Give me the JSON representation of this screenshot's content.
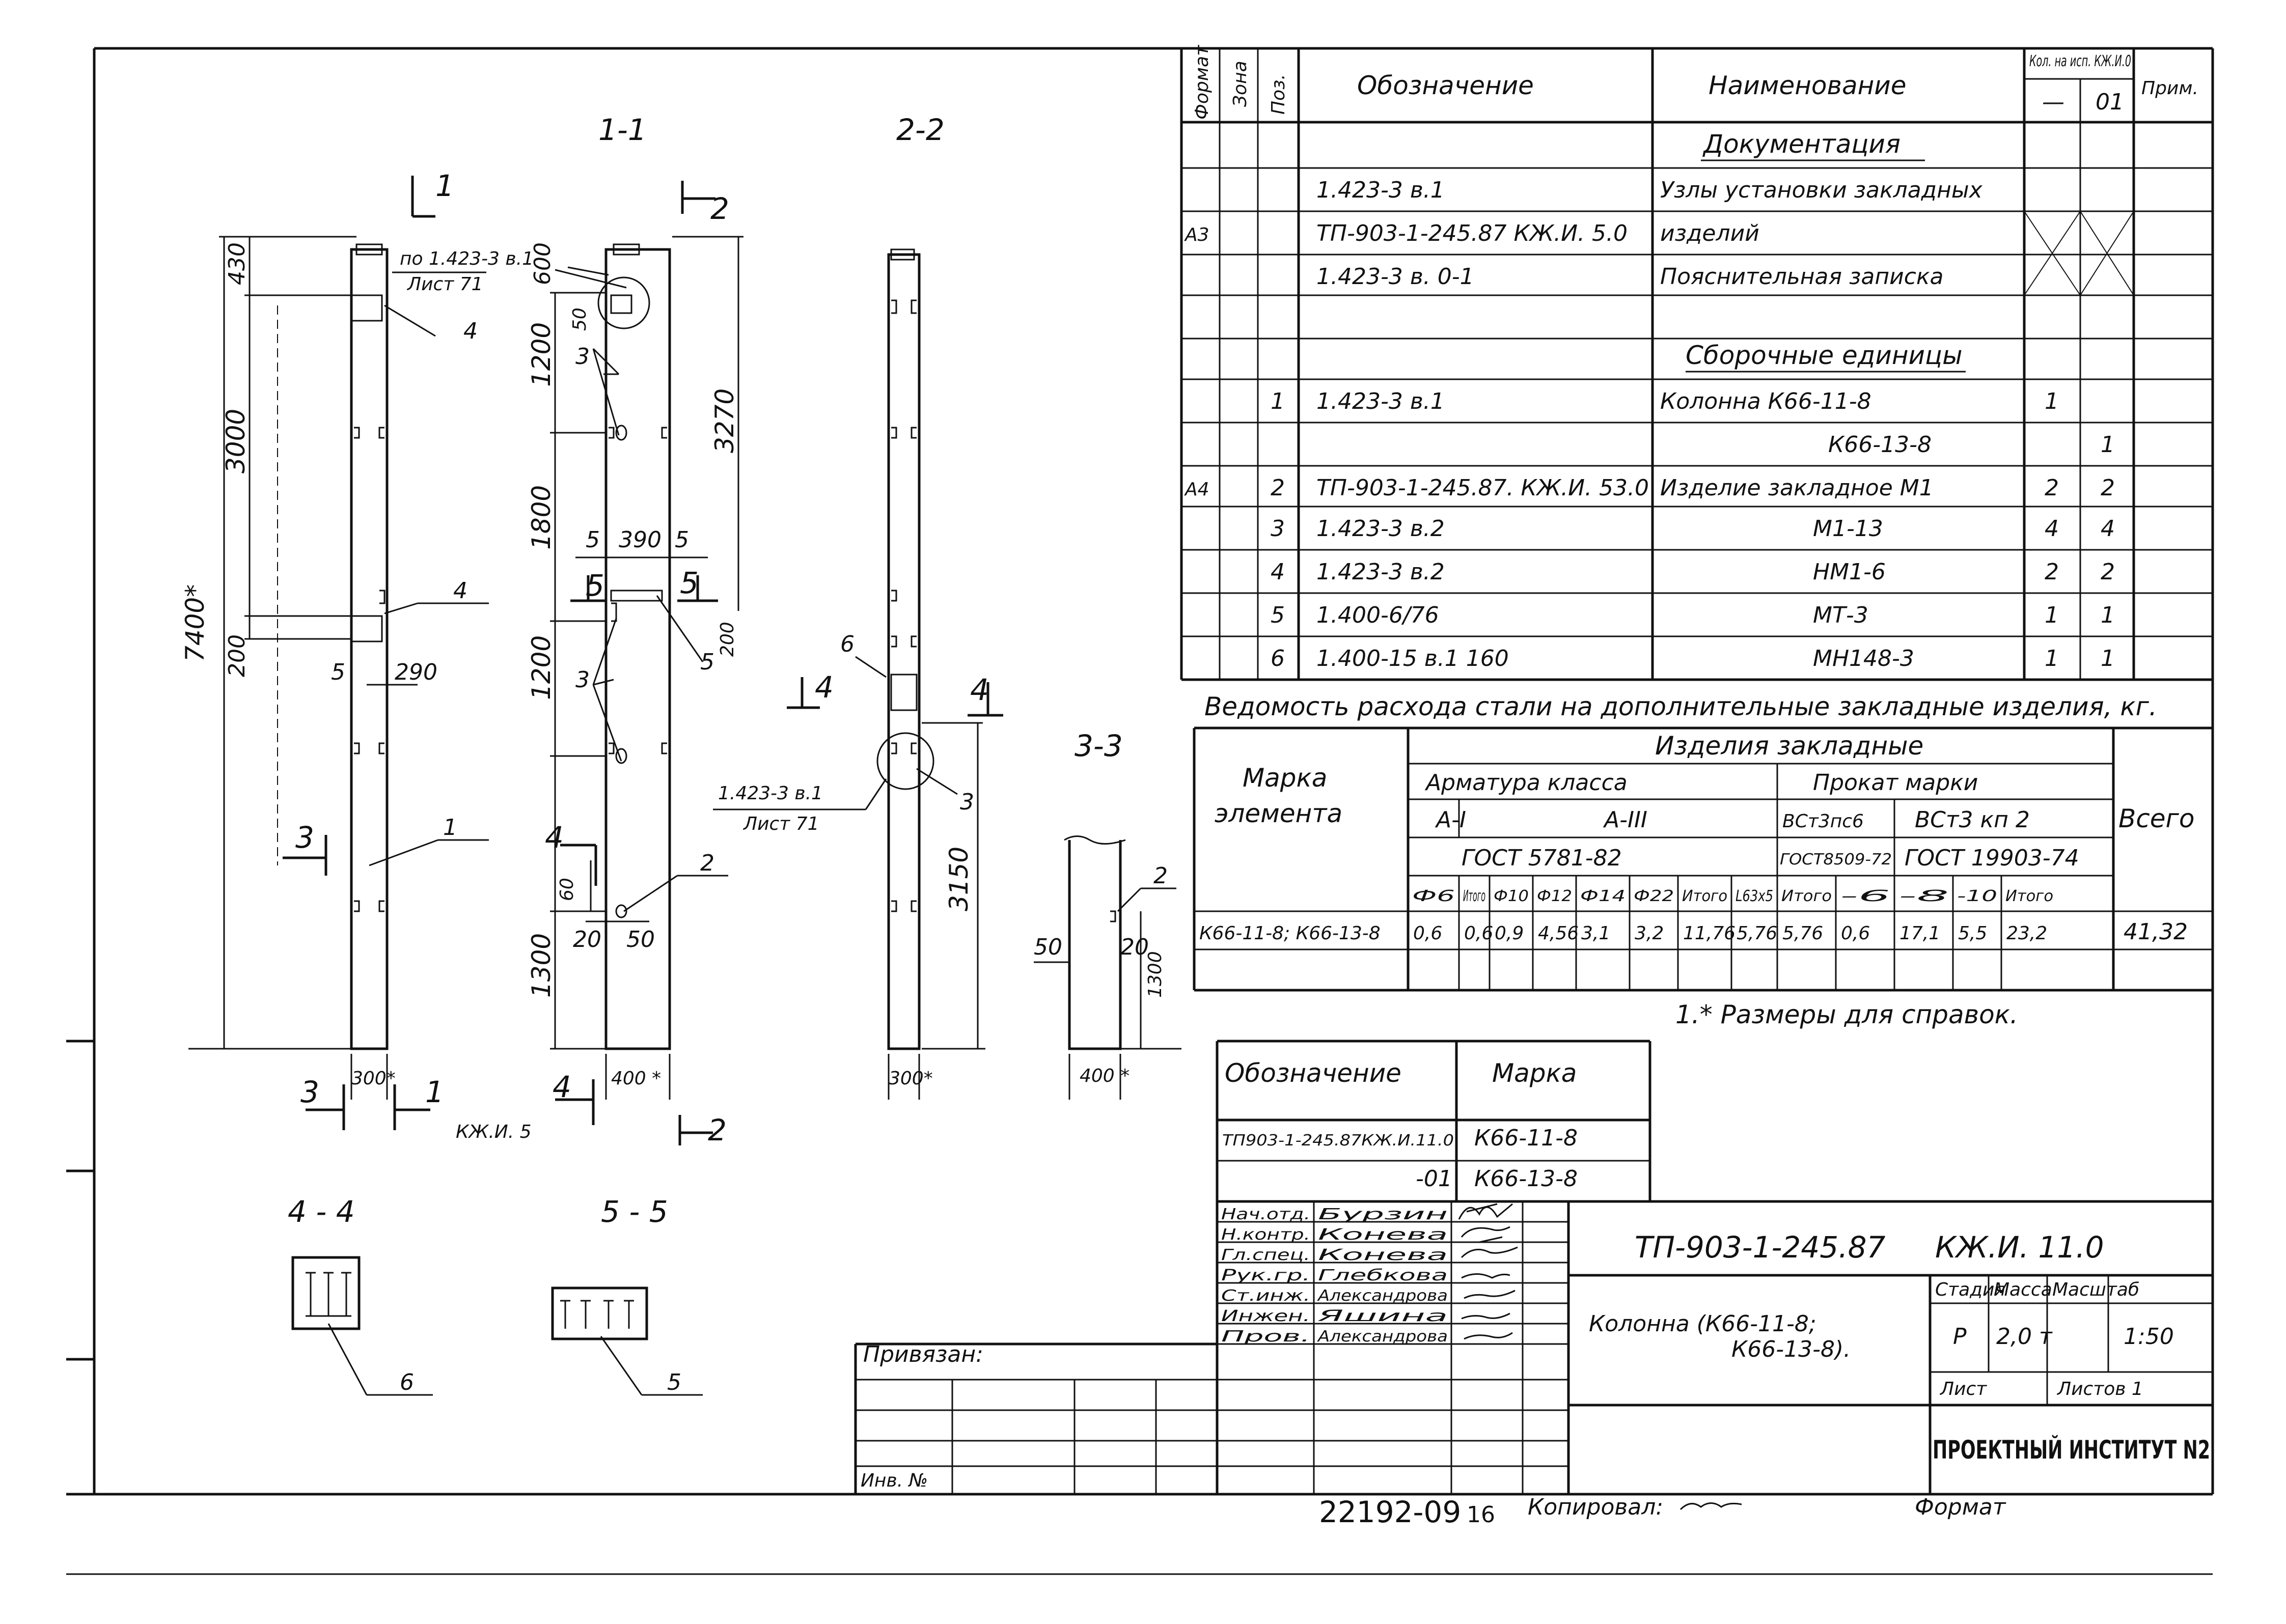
{
  "spec_header": {
    "format": "Формат",
    "zone": "Зона",
    "pos": "Поз.",
    "designation": "Обозначение",
    "name": "Наименование",
    "qty": "Кол. на исп. КЖ.И.0",
    "qty_a": "—",
    "qty_b": "01",
    "note": "Прим."
  },
  "spec_sections": {
    "documentation": "Документация",
    "assembly_units": "Сборочные единицы"
  },
  "spec_rows": [
    {
      "fmt": "",
      "pos": "",
      "designation": "1.423-3 в.1",
      "name": "Узлы установки закладных",
      "q1": "",
      "q2": ""
    },
    {
      "fmt": "А3",
      "pos": "",
      "designation": "ТП-903-1-245.87 КЖ.И. 5.0",
      "name": "изделий",
      "q1": "",
      "q2": ""
    },
    {
      "fmt": "",
      "pos": "",
      "designation": "1.423-3 в. 0-1",
      "name": "Пояснительная записка",
      "q1": "",
      "q2": ""
    },
    {
      "fmt": "",
      "pos": "1",
      "designation": "1.423-3 в.1",
      "name": "Колонна      К66-11-8",
      "q1": "1",
      "q2": ""
    },
    {
      "fmt": "",
      "pos": "",
      "designation": "",
      "name": "К66-13-8",
      "q1": "",
      "q2": "1"
    },
    {
      "fmt": "А4",
      "pos": "2",
      "designation": "ТП-903-1-245.87. КЖ.И. 53.0",
      "name": "Изделие закладное М1",
      "q1": "2",
      "q2": "2"
    },
    {
      "fmt": "",
      "pos": "3",
      "designation": "1.423-3 в.2",
      "name": "М1-13",
      "q1": "4",
      "q2": "4"
    },
    {
      "fmt": "",
      "pos": "4",
      "designation": "1.423-3 в.2",
      "name": "НМ1-6",
      "q1": "2",
      "q2": "2"
    },
    {
      "fmt": "",
      "pos": "5",
      "designation": "1.400-6/76",
      "name": "МТ-3",
      "q1": "1",
      "q2": "1"
    },
    {
      "fmt": "",
      "pos": "6",
      "designation": "1.400-15  в.1   160",
      "name": "МН148-3",
      "q1": "1",
      "q2": "1"
    }
  ],
  "steel": {
    "title": "Ведомость расхода стали на дополнительные закладные изделия, кг.",
    "col_mark_1": "Марка",
    "col_mark_2": "элемента",
    "embedded": "Изделия закладные",
    "rebar_class": "Арматура класса",
    "rolled_grade": "Прокат марки",
    "a1": "А-I",
    "a3": "А-III",
    "vst3ps6": "ВСт3пс6",
    "vst3kp2": "ВСт3 кп 2",
    "gost_rebar": "ГОСТ 5781-82",
    "gost_8509": "ГОСТ8509-72",
    "gost_19903": "ГОСТ 19903-74",
    "total": "Всего",
    "sub_headers": [
      "Ф6",
      "Итого",
      "Ф10",
      "Ф12",
      "Ф14",
      "Ф22",
      "Итого",
      "L63х5",
      "Итого",
      "-6",
      "-8",
      "-10",
      "Итого"
    ],
    "row_mark": "К66-11-8; К66-13-8",
    "row_values": [
      "0,6",
      "0,6",
      "0,9",
      "4,56",
      "3,1",
      "3,2",
      "11,76",
      "5,76",
      "5,76",
      "0,6",
      "17,1",
      "5,5",
      "23,2"
    ],
    "row_total": "41,32"
  },
  "note": "1.* Размеры для справок.",
  "marks": {
    "h_designation": "Обозначение",
    "h_mark": "Марка",
    "r1_designation": "ТП903-1-245.87КЖ.И.11.0",
    "r1_mark": "К66-11-8",
    "r2_designation": "-01",
    "r2_mark": "К66-13-8"
  },
  "title_block": {
    "code": "ТП-903-1-245.87",
    "sheet_code": "КЖ.И. 11.0",
    "name_1": "Колонна   (К66-11-8;",
    "name_2": "К66-13-8).",
    "stage_h": "Стадия",
    "mass_h": "Масса",
    "scale_h": "Масштаб",
    "stage": "Р",
    "mass": "2,0 т",
    "scale": "1:50",
    "sheet_h": "Лист",
    "sheets_h": "Листов 1",
    "institute": "ПРОЕКТНЫЙ ИНСТИТУТ N2",
    "bound": "Привязан:",
    "inv": "Инв. №",
    "copied": "Копировал:",
    "format": "Формат",
    "archive": "22192-09",
    "archive_n": "16",
    "roles": [
      {
        "role": "Нач.отд.",
        "name": "Бурзин"
      },
      {
        "role": "Н.контр.",
        "name": "Конева"
      },
      {
        "role": "Гл.спец.",
        "name": "Конева"
      },
      {
        "role": "Рук.гр.",
        "name": "Глебкова"
      },
      {
        "role": "Ст.инж.",
        "name": "Александрова"
      },
      {
        "role": "Инжен.",
        "name": "Яшина"
      },
      {
        "role": "Пров.",
        "name": "Александрова"
      }
    ]
  },
  "drawing": {
    "sec_1_1": "1-1",
    "sec_2_2": "2-2",
    "sec_3_3": "3-3",
    "sec_4_4": "4 - 4",
    "sec_5_5": "5 - 5",
    "cut_1": "1",
    "cut_2": "2",
    "cut_3": "3",
    "cut_4": "4",
    "cut_5": "5",
    "ref_node": "по 1.423-3 в.1",
    "ref_sheet": "Лист 71",
    "ref_node_2": "1.423-3 в.1",
    "ref_sheet_2": "Лист 71",
    "kzh": "КЖ.И. 5",
    "d_7400": "7400*",
    "d_430": "430",
    "d_3000": "3000",
    "d_200": "200",
    "d_5": "5",
    "d_290": "290",
    "d_300": "300*",
    "d_600": "600",
    "d_50": "50",
    "d_1200": "1200",
    "d_1800": "1800",
    "d_3270": "3270",
    "d_390": "390",
    "d_1200b": "1200",
    "d_60": "60",
    "d_20": "20",
    "d_1300": "1300",
    "d_400": "400 *",
    "d_3150": "3150",
    "d_300b": "300*",
    "d_400b": "400 *",
    "p1": "1",
    "p2": "2",
    "p3": "3",
    "p4": "4",
    "p5": "5",
    "p6": "6"
  }
}
